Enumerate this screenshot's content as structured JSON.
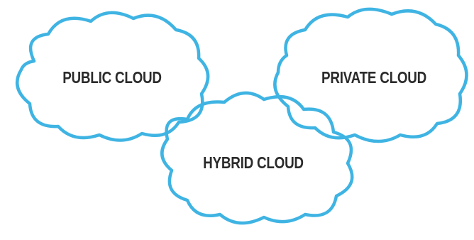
{
  "diagram": {
    "stroke_color": "#3fb4e3",
    "text_color": "#2b2b2b",
    "clouds": {
      "public": {
        "label": "PUBLIC CLOUD"
      },
      "private": {
        "label": "PRIVATE CLOUD"
      },
      "hybrid": {
        "label": "HYBRID CLOUD"
      }
    }
  }
}
